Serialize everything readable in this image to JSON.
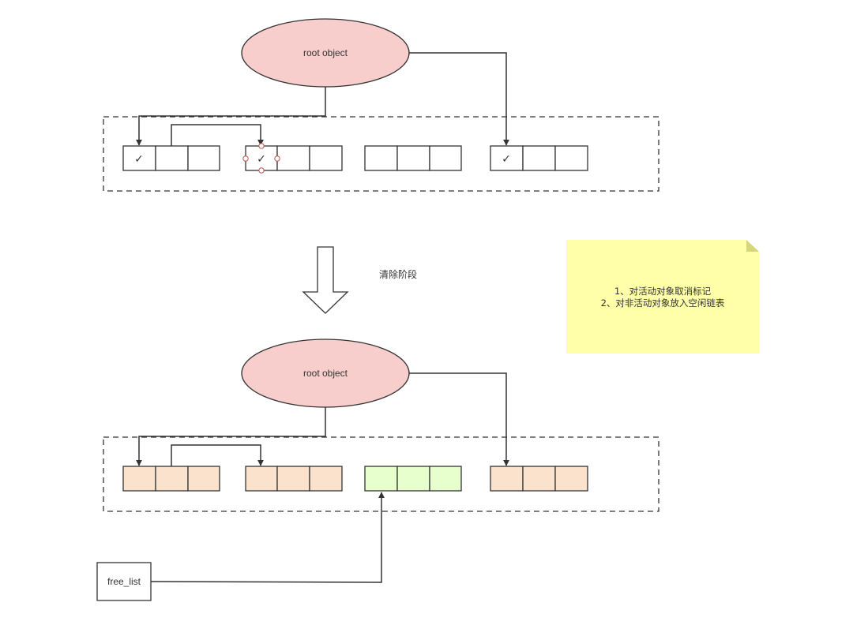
{
  "top": {
    "root_label": "root object",
    "marks": [
      "✓",
      "✓",
      "✓"
    ]
  },
  "phase": {
    "label": "清除阶段"
  },
  "note": {
    "line1": "1、对活动对象取消标记",
    "line2": "2、对非活动对象放入空闲链表"
  },
  "bottom": {
    "root_label": "root object",
    "free_list_label": "free_list"
  },
  "colors": {
    "root_fill": "#f8cecc",
    "root_stroke": "#333333",
    "live_fill": "#fbe2cc",
    "free_fill": "#e6ffcc",
    "note_fill": "#ffffaa",
    "note_fold": "#d6d67a",
    "line": "#333333"
  }
}
